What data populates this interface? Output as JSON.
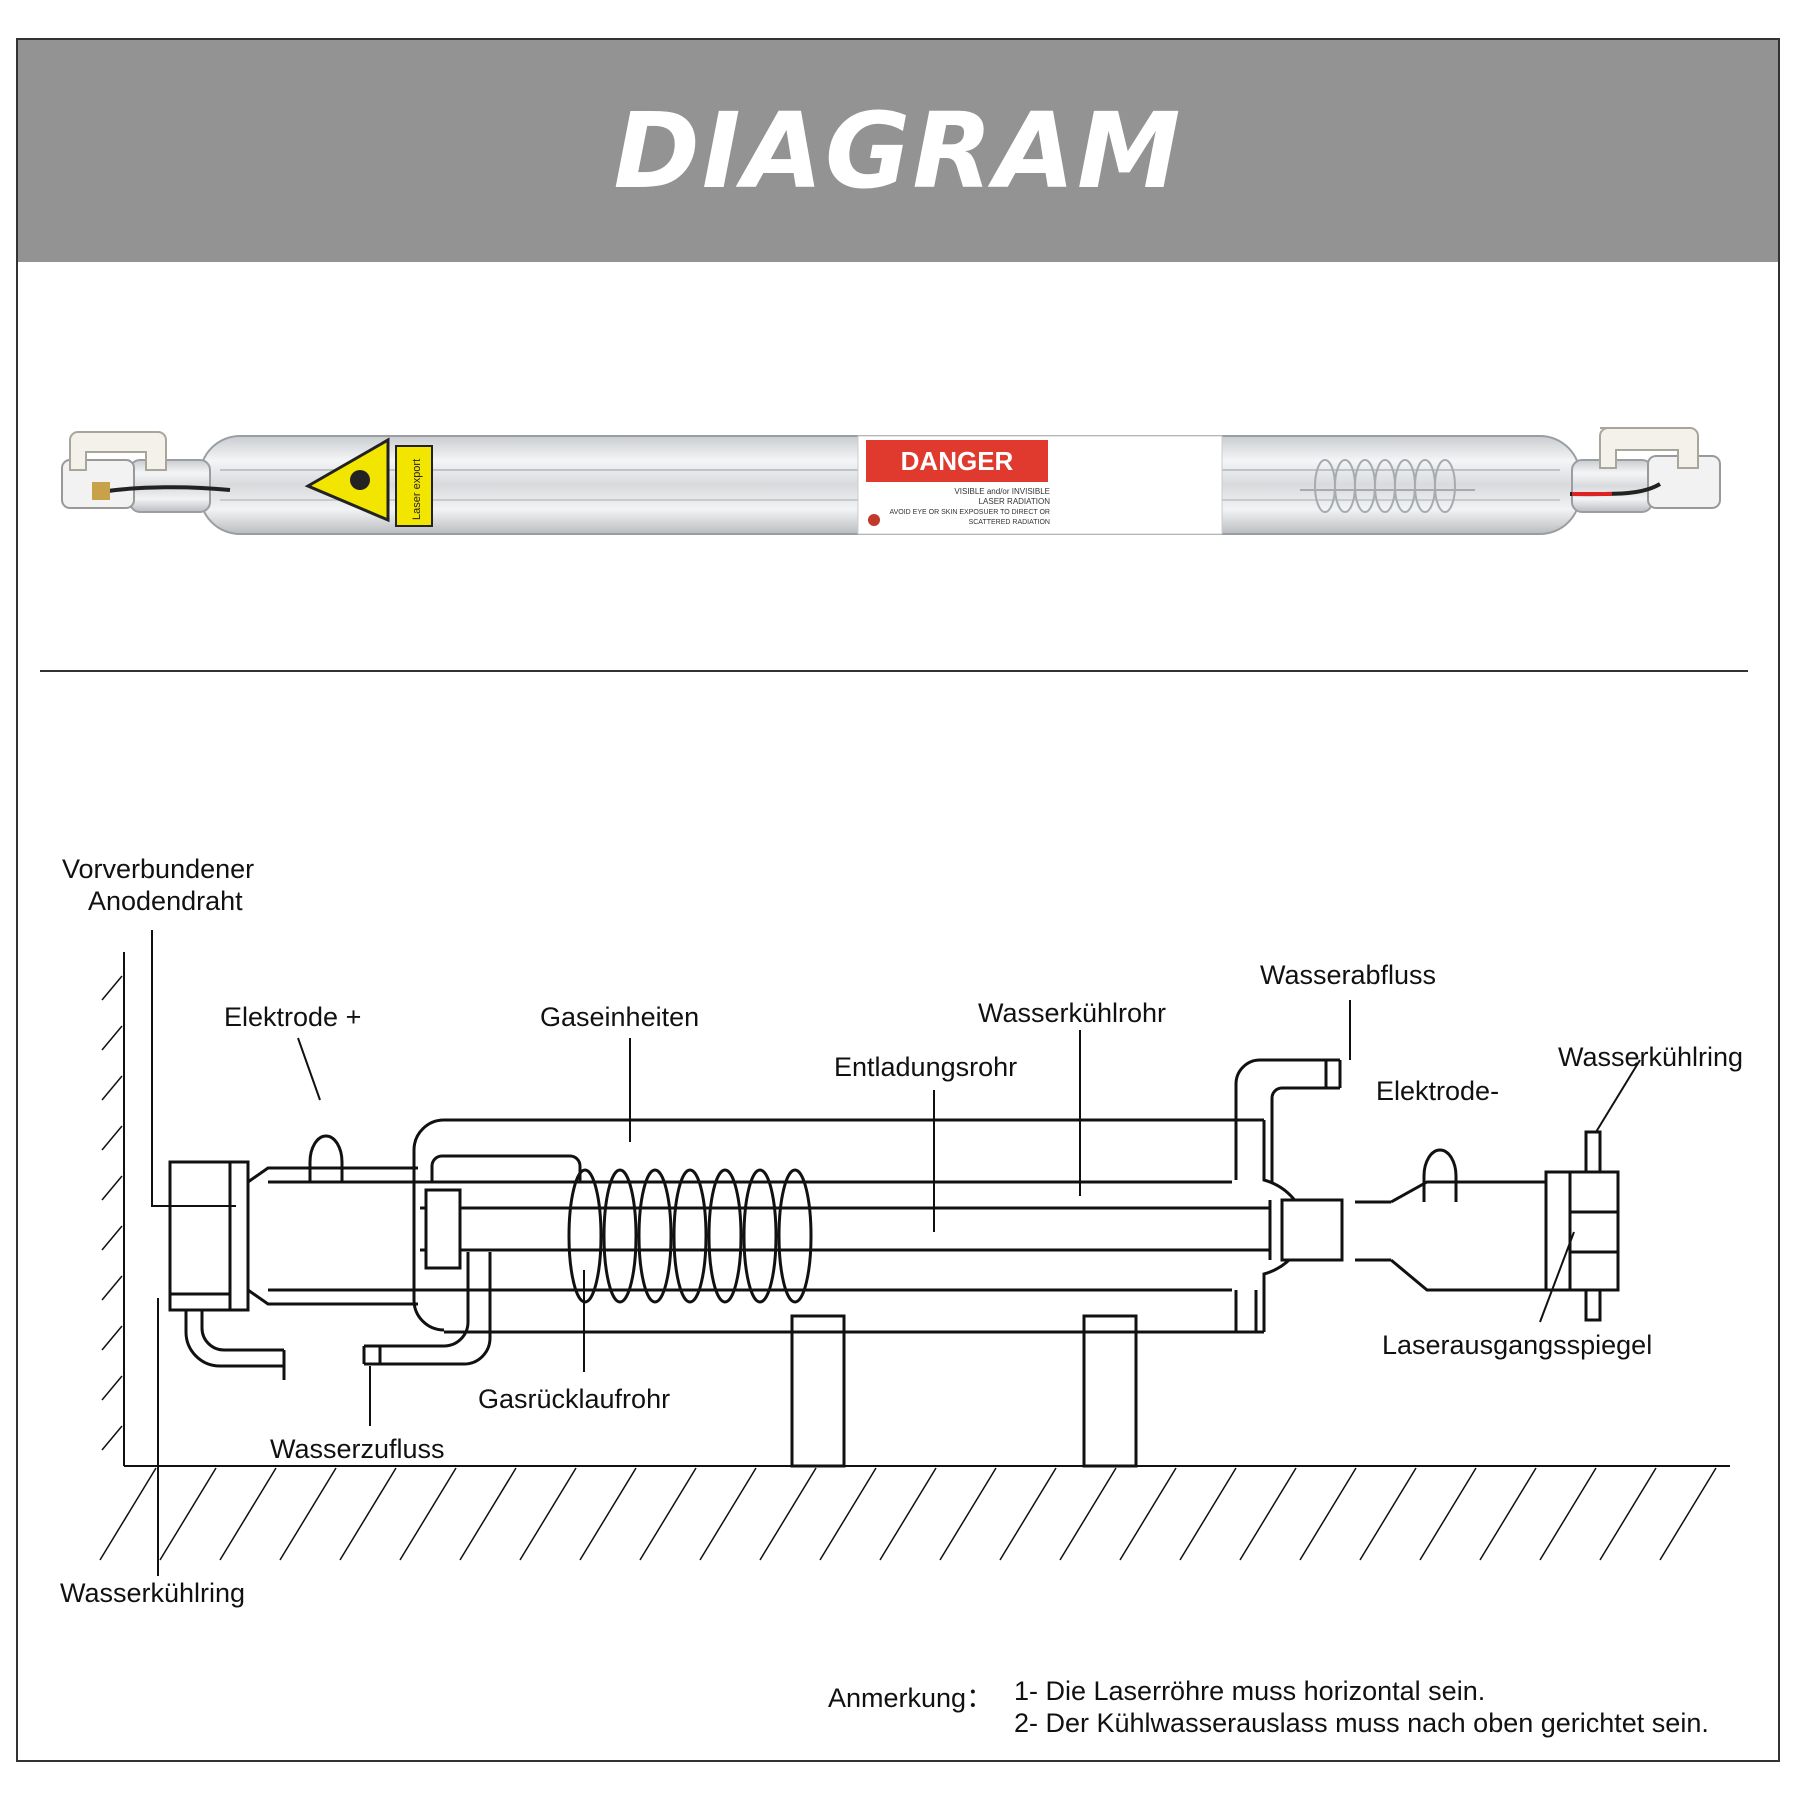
{
  "header": {
    "title": "DIAGRAM"
  },
  "photo": {
    "danger_label": "DANGER",
    "warning_lines": [
      "VISIBLE and/or INVISIBLE",
      "LASER RADIATION",
      "AVOID EYE OR SKIN EXPOSUER TO DIRECT OR",
      "SCATTERED RADIATION"
    ],
    "sticker_text": "Laser export"
  },
  "labels": {
    "anode_wire_1": "Vorverbundener",
    "anode_wire_2": "Anodendraht",
    "electrode_plus": "Elektrode +",
    "gas_units": "Gaseinheiten",
    "water_cooling_tube": "Wasserkühlrohr",
    "discharge_tube": "Entladungsrohr",
    "water_outlet": "Wasserabfluss",
    "water_cooling_ring_right": "Wasserkühlring",
    "electrode_minus": "Elektrode-",
    "gas_return_tube": "Gasrücklaufrohr",
    "water_inlet": "Wasserzufluss",
    "output_mirror": "Laserausgangsspiegel",
    "water_cooling_ring_left": "Wasserkühlring"
  },
  "note": {
    "heading": "Anmerkung：",
    "line1": "1- Die Laserröhre muss horizontal sein.",
    "line2": "2- Der Kühlwasserauslass muss nach oben gerichtet sein."
  }
}
